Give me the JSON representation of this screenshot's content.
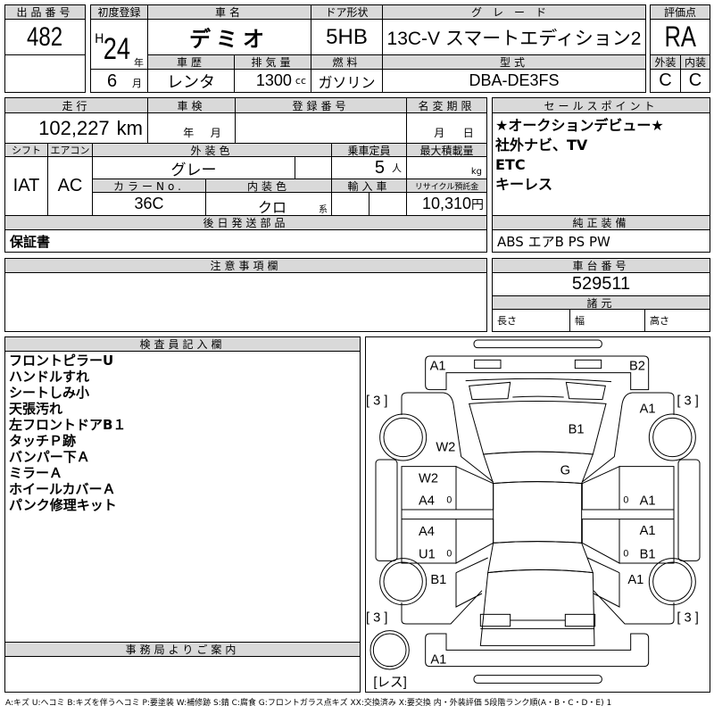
{
  "lot": {
    "label": "出品番号",
    "value": "482"
  },
  "first_reg": {
    "label": "初度登録",
    "era": "H",
    "year": "24",
    "year_unit": "年",
    "month": "6",
    "month_unit": "月"
  },
  "car_name": {
    "label": "車名",
    "value": "デミオ"
  },
  "door": {
    "label": "ドア形状",
    "value": "5HB"
  },
  "grade": {
    "label": "グレード",
    "value": "13C-V スマートエディション2"
  },
  "history": {
    "label": "車歴",
    "value": "レンタ"
  },
  "displacement": {
    "label": "排気量",
    "value": "1300",
    "unit": "cc"
  },
  "fuel": {
    "label": "燃料",
    "value": "ガソリン"
  },
  "model_code": {
    "label": "型式",
    "value": "DBA-DE3FS"
  },
  "score": {
    "label": "評価点",
    "value": "RA",
    "exterior_label": "外装",
    "interior_label": "内装",
    "exterior": "C",
    "interior": "C"
  },
  "mileage": {
    "label": "走行",
    "value": "102,227",
    "unit": "km"
  },
  "inspection": {
    "label": "車検",
    "year_unit": "年",
    "month_unit": "月"
  },
  "reg_number": {
    "label": "登録番号"
  },
  "name_change": {
    "label": "名変期限",
    "month_unit": "月",
    "day_unit": "日"
  },
  "shift": {
    "label": "シフト",
    "value": "IAT"
  },
  "aircon": {
    "label": "エアコン",
    "value": "AC"
  },
  "ext_color": {
    "label": "外装色",
    "value": "グレー"
  },
  "capacity": {
    "label": "乗車定員",
    "value": "5",
    "unit": "人"
  },
  "max_load": {
    "label": "最大積載量",
    "unit": "kg"
  },
  "color_no": {
    "label": "カラーNo.",
    "value": "36C"
  },
  "int_color": {
    "label": "内装色",
    "value": "クロ",
    "unit": "系"
  },
  "import": {
    "label": "輸入車"
  },
  "recycle": {
    "label": "リサイクル預託金",
    "value": "10,310",
    "unit": "円"
  },
  "later_parts": {
    "label": "後日発送部品",
    "value": "保証書"
  },
  "sales_points": {
    "label": "セールスポイント",
    "items": [
      "★オークションデビュー★",
      "社外ナビ、TV",
      "ETC",
      "キーレス"
    ]
  },
  "equipment": {
    "label": "純正装備",
    "value": "ABS エアB PS PW"
  },
  "notes": {
    "label": "注意事項欄"
  },
  "chassis": {
    "label": "車台番号",
    "value": "529511"
  },
  "specs": {
    "label": "諸元",
    "length": "長さ",
    "width": "幅",
    "height": "高さ"
  },
  "inspector": {
    "label": "検査員記入欄",
    "items": [
      "フロントピラーU",
      "ハンドルすれ",
      "シートしみ小",
      "天張汚れ",
      "左フロントドアB１",
      "タッチＰ跡",
      "バンパー下Ａ",
      "ミラーＡ",
      "ホイールカバーＡ",
      "パンク修理キット"
    ]
  },
  "office": {
    "label": "事務局よりご案内"
  },
  "diagram": {
    "front_bumper_l": "A1",
    "front_bumper_r": "B2",
    "tire_fl": "[ 3 ]",
    "tire_fr": "[ 3 ]",
    "tire_rl": "[ 3 ]",
    "tire_rr": "[ 3 ]",
    "fender_r": "A1",
    "hood": "B1",
    "fender_l": "W2",
    "windshield": "G",
    "door_fl_1": "W2",
    "door_fl_2": "A4",
    "door_fl_mark": "0",
    "door_fr_mark": "0",
    "door_fr": "A1",
    "door_rl_1": "A4",
    "door_rl_2": "U1",
    "door_rl_mark": "0",
    "door_rr_1": "A1",
    "door_rr_mark": "0",
    "door_rr_2": "B1",
    "quarter_l": "B1",
    "quarter_r": "A1",
    "rear_bumper": "A1",
    "spare": "[レス]"
  },
  "legend": "A:キズ U:ヘコミ B:キズを伴うヘコミ P:要塗装 W:補修跡 S:錆 C:腐食 G:フロントガラス点キズ XX:交換済み X:要交換 内・外装評価 5段階ランク順(A・B・C・D・E) 1"
}
